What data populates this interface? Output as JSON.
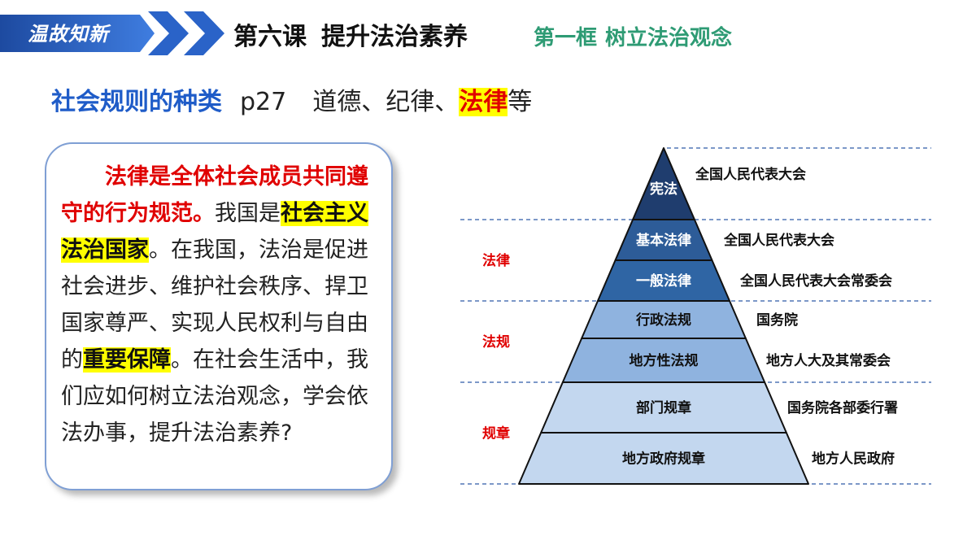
{
  "header": {
    "banner_label": "温故知新",
    "lesson_num": "第六课",
    "lesson_title": "提升法治素养",
    "section_num": "第一框",
    "section_title": "树立法治观念"
  },
  "rules_line": {
    "heading": "社会规则的种类",
    "page": "p27",
    "kinds_prefix": "道德、纪律、",
    "kinds_highlight": "法律",
    "kinds_suffix": "等"
  },
  "paragraph": {
    "red_lead": "法律是全体社会成员共同遵守的行为规范。",
    "t1": "我国是",
    "hl1": "社会主义法治国家",
    "t2": "。在我国，法治是促进社会进步、维护社会秩序、捍卫国家尊严、实现人民权利与自由的",
    "hl2": "重要保障",
    "t3": "。在社会生活中，我们应如何树立法治观念，学会依法办事，提升法治素养?"
  },
  "pyramid": {
    "levels": [
      {
        "name": "宪法",
        "issuer": "全国人民代表大会",
        "color": "#1f3d6e"
      },
      {
        "name": "基本法律",
        "issuer": "全国人民代表大会",
        "color": "#2d5c98"
      },
      {
        "name": "一般法律",
        "issuer": "全国人民代表大会常委会",
        "color": "#2f65a4"
      },
      {
        "name": "行政法规",
        "issuer": "国务院",
        "color": "#8fb3df"
      },
      {
        "name": "地方性法规",
        "issuer": "地方人大及其常委会",
        "color": "#8fb3df"
      },
      {
        "name": "部门规章",
        "issuer": "国务院各部委行署",
        "color": "#c3d7ef"
      },
      {
        "name": "地方政府规章",
        "issuer": "地方人民政府",
        "color": "#c3d7ef"
      }
    ],
    "categories": [
      {
        "label": "法律"
      },
      {
        "label": "法规"
      },
      {
        "label": "规章"
      }
    ],
    "category_color": "#e00000",
    "dash_color": "#2e5aa8"
  }
}
